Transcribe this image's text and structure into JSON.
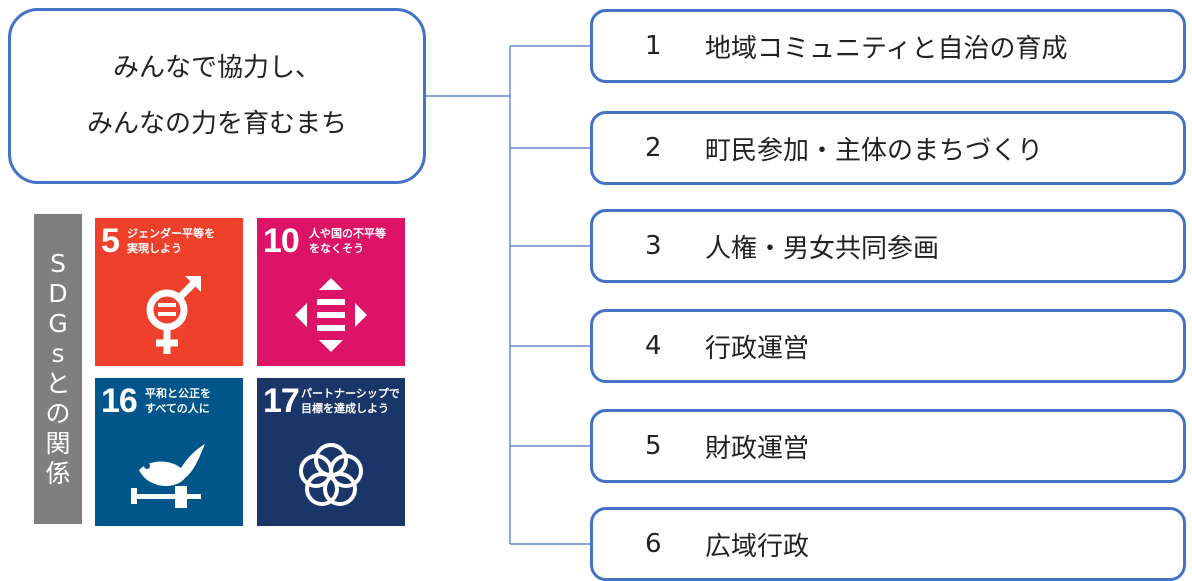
{
  "root": {
    "line1": "みんなで協力し、",
    "line2": "みんなの力を育むまち"
  },
  "policies": [
    {
      "num": "1",
      "label": "地域コミュニティと自治の育成"
    },
    {
      "num": "2",
      "label": "町民参加・主体のまちづくり"
    },
    {
      "num": "3",
      "label": "人権・男女共同参画"
    },
    {
      "num": "4",
      "label": "行政運営"
    },
    {
      "num": "5",
      "label": "財政運営"
    },
    {
      "num": "6",
      "label": "広域行政"
    }
  ],
  "sdgs_label": [
    "S",
    "D",
    "G",
    "s",
    "と",
    "の",
    "関",
    "係"
  ],
  "sdgs_goals": [
    {
      "num": "5",
      "text": "ジェンダー平等を\n実現しよう",
      "color": "#ef402b",
      "icon": "gender-equality-icon"
    },
    {
      "num": "10",
      "text": "人や国の不平等\nをなくそう",
      "color": "#dd1367",
      "icon": "reduced-inequalities-icon"
    },
    {
      "num": "16",
      "text": "平和と公正を\nすべての人に",
      "color": "#00558a",
      "icon": "peace-dove-icon"
    },
    {
      "num": "17",
      "text": "パートナーシップで\n目標を達成しよう",
      "color": "#1a3668",
      "icon": "partnership-rings-icon"
    }
  ],
  "colors": {
    "border": "#4472c4",
    "connector": "#4472c4",
    "sdgs_label_bg": "#7f7f7f"
  }
}
